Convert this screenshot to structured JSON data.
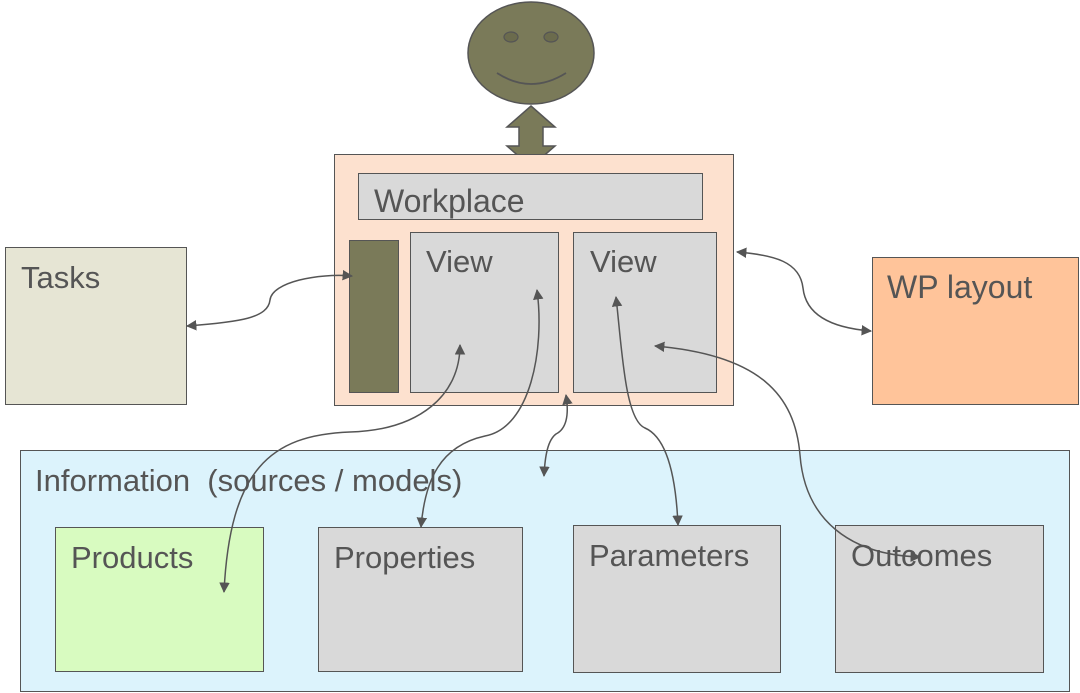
{
  "workplace": {
    "title": "Workplace",
    "views": [
      "View",
      "View"
    ]
  },
  "tasks": {
    "label": "Tasks"
  },
  "wp_layout": {
    "label": "WP layout"
  },
  "information": {
    "title": "Information  (sources / models)",
    "items": [
      "Products",
      "Properties",
      "Parameters",
      "Outcomes"
    ]
  },
  "colors": {
    "outline": "#555555",
    "text": "#555555",
    "user_fill": "#7a7a59",
    "workplace_fill": "#fde1cf",
    "view_fill": "#d9d9d9",
    "sidebar_fill": "#7a7a59",
    "tasks_fill": "#e6e5d4",
    "wp_layout_fill": "#ffc49a",
    "information_fill": "#dcf3fc",
    "products_fill": "#d8fbc0",
    "info_item_fill": "#d9d9d9"
  },
  "icons": {
    "user": "smiley-face-icon",
    "user_link": "double-vertical-arrow-icon"
  }
}
